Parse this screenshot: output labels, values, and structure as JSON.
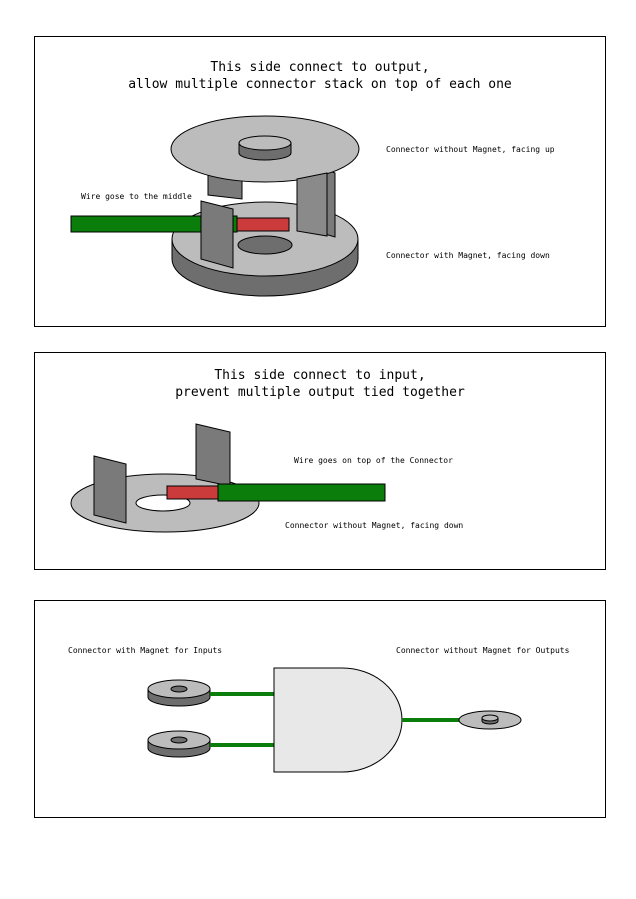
{
  "panel_output": {
    "title_line1": "This side connect to output,",
    "title_line2": "allow multiple connector stack on top of each one",
    "caption_top": "Connector without Magnet, facing up",
    "caption_bottom": "Connector with Magnet, facing down",
    "caption_wire": "Wire gose to the middle"
  },
  "panel_input": {
    "title_line1": "This side connect to input,",
    "title_line2": "prevent multiple output tied together",
    "caption_wire": "Wire goes on top of the Connector",
    "caption_connector": "Connector without Magnet, facing down"
  },
  "panel_gate": {
    "caption_inputs": "Connector with Magnet for Inputs",
    "caption_outputs": "Connector without Magnet for Outputs"
  },
  "colors": {
    "disk_light": "#bcbcbc",
    "disk_dark": "#6e6e6e",
    "tab": "#7a7a7a",
    "wire_green": "#0a7d0a",
    "wire_red": "#cc3b3b",
    "gate_fill": "#e8e8e8"
  }
}
